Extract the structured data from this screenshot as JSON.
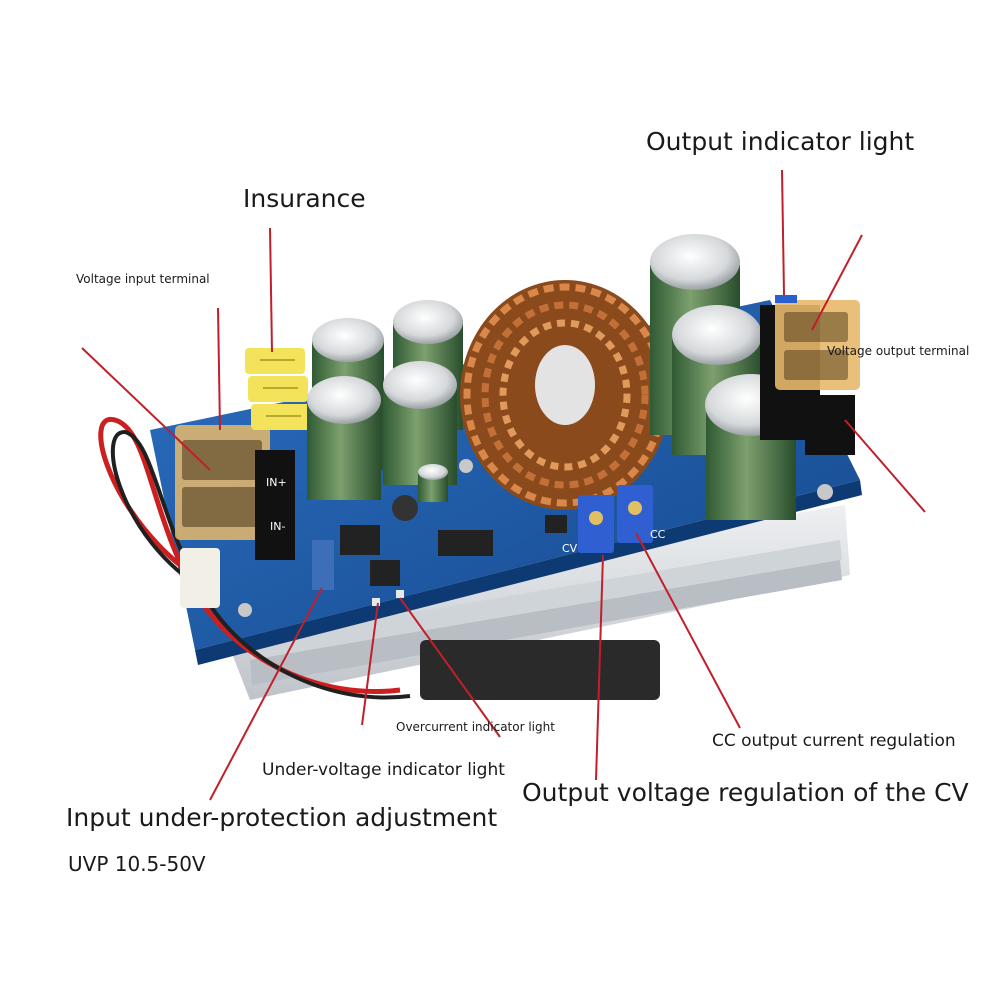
{
  "labels": {
    "output_indicator": "Output indicator light",
    "insurance": "Insurance",
    "voltage_input": "Voltage input terminal",
    "voltage_output": "Voltage output terminal",
    "overcurrent": "Overcurrent indicator light",
    "cc_regulation": "CC output current regulation",
    "undervoltage": "Under-voltage indicator light",
    "cv_regulation": "Output voltage regulation of the CV",
    "input_protection": "Input under-protection adjustment",
    "uvp": "UVP 10.5-50V"
  },
  "board_marks": {
    "in_plus": "IN+",
    "in_minus": "IN-",
    "cv": "CV",
    "cc": "CC"
  },
  "colors": {
    "pcb": "#1f5fae",
    "heatsink": "#d9dde2",
    "capacitor": "#4f7a4a",
    "copper": "#b8642a",
    "fuse": "#f3e35a",
    "terminal": "#e8b86a",
    "pot": "#2f5fd0"
  }
}
